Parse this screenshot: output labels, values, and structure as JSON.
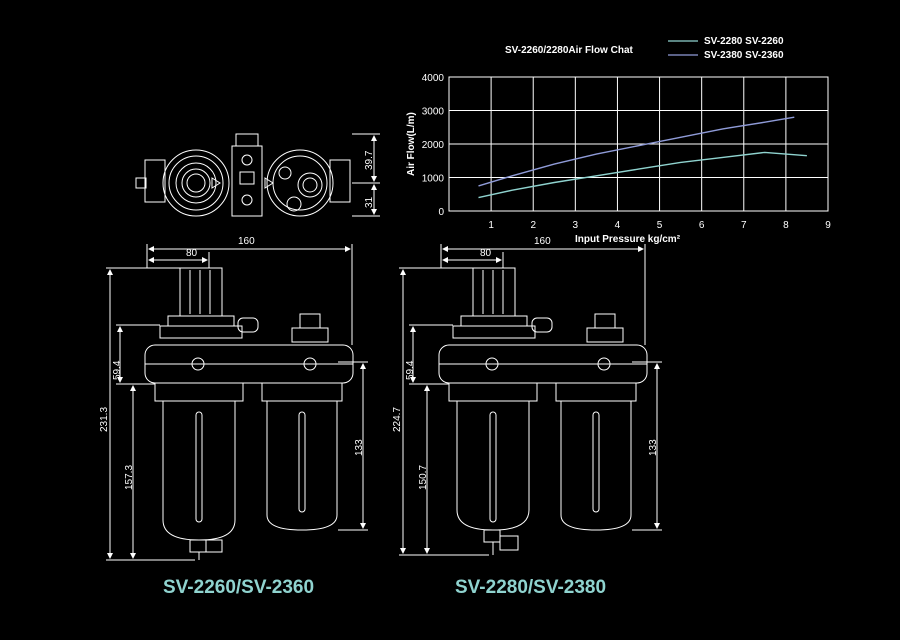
{
  "chart_data": {
    "type": "line",
    "title": "SV-2260/2280Air Flow Chat",
    "xlabel": "Input Pressure kg/cm²",
    "ylabel": "Air Flow(L/m)",
    "xlim": [
      0,
      9
    ],
    "ylim": [
      0,
      4000
    ],
    "xticks": [
      "1",
      "2",
      "3",
      "4",
      "5",
      "6",
      "7",
      "8",
      "9"
    ],
    "yticks": [
      "0",
      "1000",
      "2000",
      "3000",
      "4000"
    ],
    "grid": true,
    "legend_position": "top-right",
    "series": [
      {
        "name": "SV-2280   SV-2260",
        "color": "#8fd3cf",
        "x": [
          0.7,
          1.5,
          2.5,
          3.5,
          4.5,
          5.5,
          6.5,
          7.5,
          8.5
        ],
        "y": [
          400,
          620,
          850,
          1050,
          1250,
          1450,
          1600,
          1750,
          1650
        ]
      },
      {
        "name": "SV-2380   SV-2360",
        "color": "#8f9bd8",
        "x": [
          0.7,
          1.5,
          2.5,
          3.5,
          4.5,
          5.5,
          6.5,
          7.5,
          8.2
        ],
        "y": [
          750,
          1050,
          1400,
          1700,
          1950,
          2200,
          2450,
          2650,
          2800
        ]
      }
    ]
  },
  "top_view": {
    "dim_right_top": "39.7",
    "dim_right_bottom": "31"
  },
  "left_unit": {
    "model": "SV-2260/SV-2360",
    "dim_width": "160",
    "dim_half": "80",
    "dim_height": "231.3",
    "dim_body": "157.3",
    "dim_cap": "59.4",
    "dim_bowl": "133"
  },
  "right_unit": {
    "model": "SV-2280/SV-2380",
    "dim_width": "160",
    "dim_half": "80",
    "dim_height": "224.7",
    "dim_body": "150.7",
    "dim_cap": "59.4",
    "dim_bowl": "133"
  }
}
